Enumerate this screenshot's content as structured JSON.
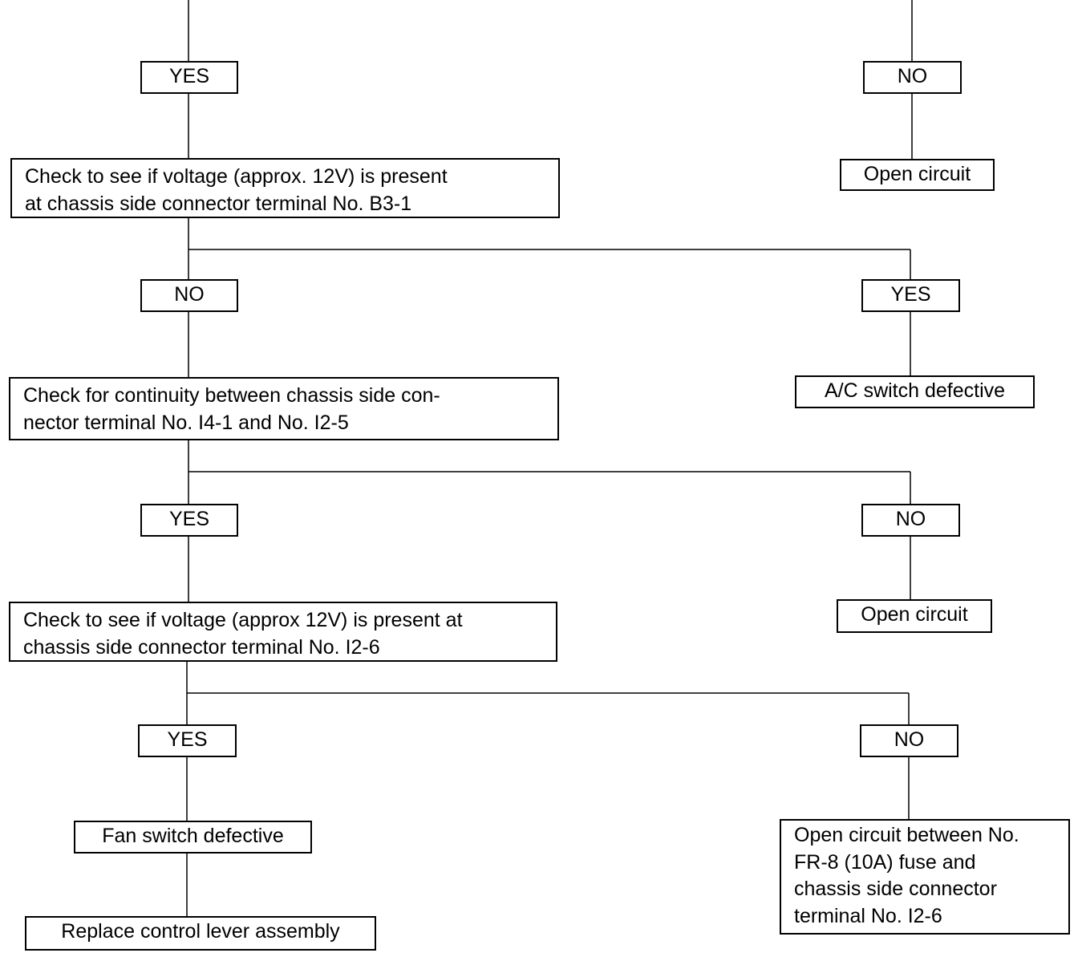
{
  "flowchart": {
    "step0": {
      "yes": "YES",
      "no": "NO",
      "no_result": "Open circuit"
    },
    "step1": {
      "text": "Check to see if voltage (approx. 12V) is present\nat chassis side connector terminal No. B3-1",
      "no": "NO",
      "yes": "YES",
      "yes_result": "A/C switch defective"
    },
    "step2": {
      "text": "Check for continuity between chassis side con-\nnector terminal No. I4-1 and No. I2-5",
      "yes": "YES",
      "no": "NO",
      "no_result": "Open circuit"
    },
    "step3": {
      "text": "Check to see if voltage (approx 12V) is present at\nchassis side connector terminal No. I2-6",
      "yes": "YES",
      "no": "NO",
      "yes_result": "Fan switch defective",
      "yes_action": "Replace control lever assembly",
      "no_result": "Open circuit between No.\nFR-8 (10A) fuse and\nchassis side connector\nterminal No. I2-6"
    }
  }
}
